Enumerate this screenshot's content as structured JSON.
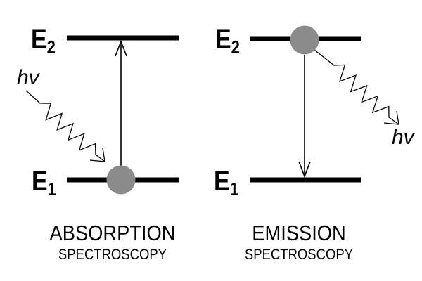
{
  "colors": {
    "background": "#ffffff",
    "line": "#000000",
    "text": "#000000",
    "electron": "#8b8b8b"
  },
  "panels": [
    {
      "name": "absorption",
      "upper_level": {
        "base": "E",
        "sub": "2"
      },
      "lower_level": {
        "base": "E",
        "sub": "1"
      },
      "photon_label": "hv",
      "title": "ABSORPTION",
      "subtitle": "SPECTROSCOPY",
      "transition_direction": "up",
      "electron_on": "E1"
    },
    {
      "name": "emission",
      "upper_level": {
        "base": "E",
        "sub": "2"
      },
      "lower_level": {
        "base": "E",
        "sub": "1"
      },
      "photon_label": "hv",
      "title": "EMISSION",
      "subtitle": "SPECTROSCOPY",
      "transition_direction": "down",
      "electron_on": "E2"
    }
  ]
}
